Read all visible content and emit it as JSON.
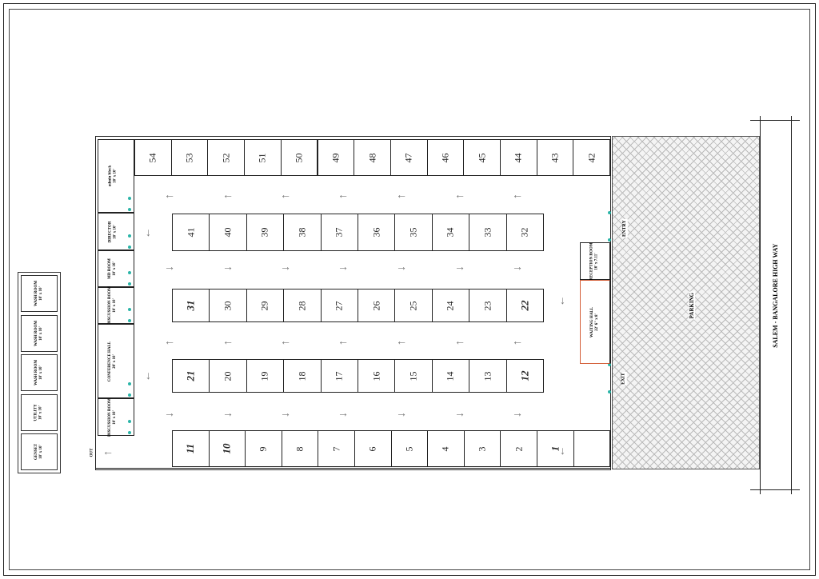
{
  "plan": {
    "top_row": [
      "54",
      "53",
      "52",
      "51",
      "50",
      "49",
      "48",
      "47",
      "46",
      "45",
      "44",
      "43",
      "42"
    ],
    "row2": [
      "41",
      "40",
      "39",
      "38",
      "37",
      "36",
      "35",
      "34",
      "33",
      "32"
    ],
    "row3": [
      "31",
      "30",
      "29",
      "28",
      "27",
      "26",
      "25",
      "24",
      "23",
      "22"
    ],
    "row4": [
      "21",
      "20",
      "19",
      "18",
      "17",
      "16",
      "15",
      "14",
      "13",
      "12"
    ],
    "bottom_row": [
      "11",
      "10",
      "9",
      "8",
      "7",
      "6",
      "5",
      "4",
      "3",
      "2",
      "1",
      ""
    ],
    "bold_labels": [
      "31",
      "22",
      "21",
      "12",
      "11",
      "10",
      "1"
    ],
    "left_rooms": [
      {
        "name": "admin block",
        "size": "10' x 10'"
      },
      {
        "name": "DIRECTOR",
        "size": "10' x 10'"
      },
      {
        "name": "MD ROOM",
        "size": "10' x 10'"
      },
      {
        "name": "DISCUSSION ROOM",
        "size": "10' x 10'"
      },
      {
        "name": "CONFERENCE HALL",
        "size": "20' x 10'"
      },
      {
        "name": "DISCUSSION ROOM",
        "size": "10' x 10'"
      }
    ],
    "service_rooms": [
      {
        "name": "WASH ROOM",
        "size": "10' x 10'"
      },
      {
        "name": "WASH ROOM",
        "size": "10' x 10'"
      },
      {
        "name": "WASH ROOM",
        "size": "10' x 10'"
      },
      {
        "name": "UTILITY",
        "size": "10' x 10'"
      },
      {
        "name": "GENSET",
        "size": "10' x 10'"
      }
    ],
    "reception": {
      "name": "RECEPTION ROOM",
      "size": "10' x 7.11'"
    },
    "waiting": {
      "name": "WAITING HALL",
      "size": "22' 6\" x 8'"
    },
    "entry": "ENTRY",
    "exit": "EXIT",
    "out": "OUT",
    "parking": "PARKING",
    "road": "SALEM - BANGALORE HIGH WAY"
  }
}
